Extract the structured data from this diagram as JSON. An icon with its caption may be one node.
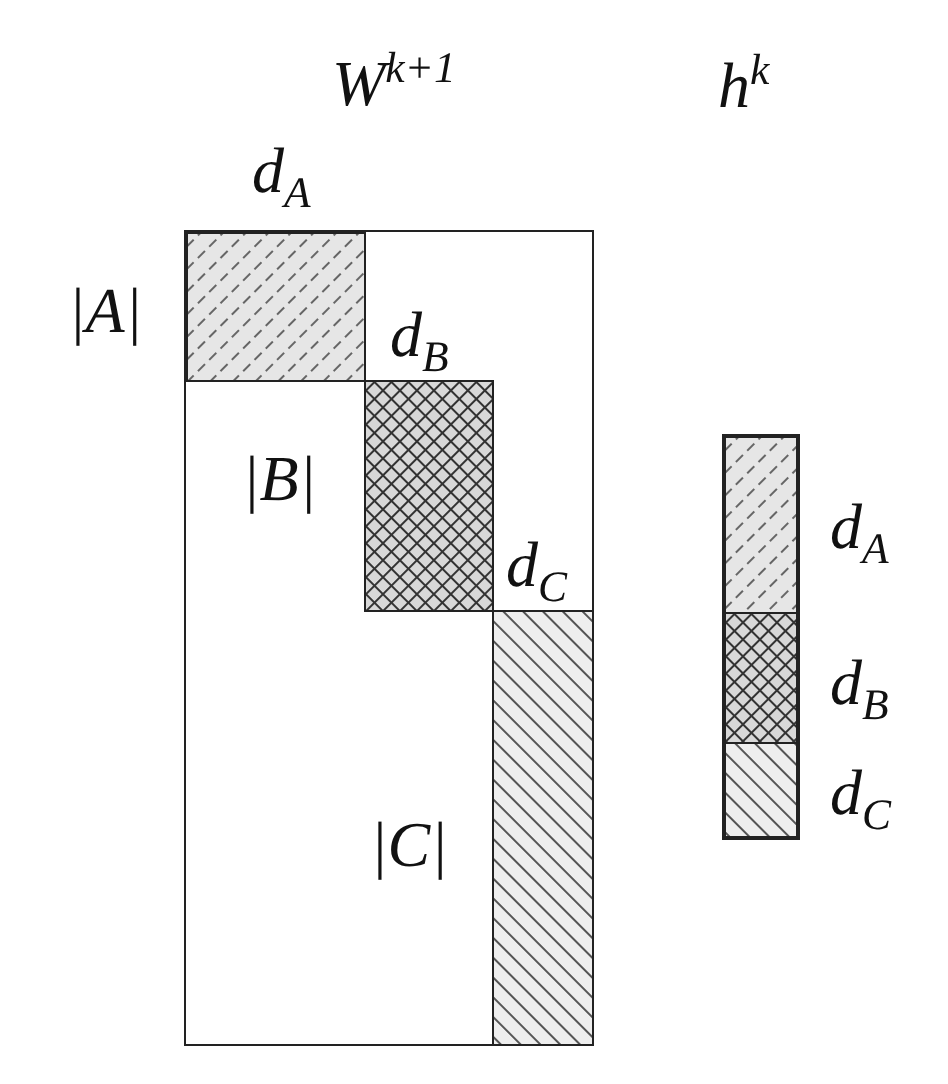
{
  "diagram": {
    "nodes": [
      {
        "text": [
          "W$^{k+1}$"
        ]
      },
      {
        "text": [],
        "shape": "box",
        "in": 0,
        "beside": [
          "d$_{A}$",
          "|A|"
        ]
      },
      {
        "text": [],
        "shape": "box",
        "in": 0,
        "beside": [
          "d$_{B}$",
          "|B|"
        ]
      },
      {
        "text": [],
        "shape": "box",
        "in": 0,
        "beside": [
          "d$_{C}$",
          "|C|"
        ]
      },
      {
        "text": [],
        "shape": "box"
      },
      {
        "text": [],
        "shape": "box",
        "in": 4,
        "beside": [
          "d$_{A}$"
        ]
      },
      {
        "text": [],
        "shape": "box",
        "in": 4,
        "beside": [
          "d$_{B}$"
        ]
      },
      {
        "text": [],
        "shape": "box",
        "in": 4,
        "beside": [
          "d$_{C}$"
        ]
      }
    ],
    "labels": [
      "h$^{k}$"
    ]
  }
}
